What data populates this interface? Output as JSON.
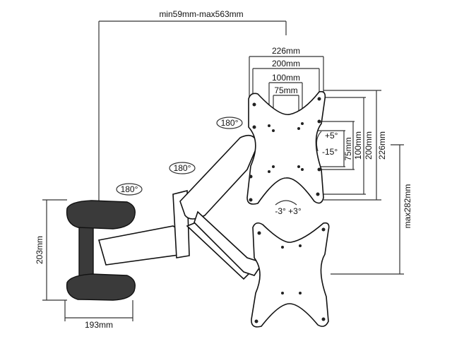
{
  "title": "TV wall mount dimensions diagram",
  "labels": {
    "reach": "min59mm-max563mm",
    "h226": "226mm",
    "h200": "200mm",
    "h100": "100mm",
    "h75": "75mm",
    "v75": "75mm",
    "v100": "100mm",
    "v200": "200mm",
    "v226": "226mm",
    "max_height": "max282mm",
    "tilt_up": "+5°",
    "tilt_down": "-15°",
    "swivel": "-3° +3°",
    "rot1": "180°",
    "rot2": "180°",
    "rot3": "180°",
    "wall_height": "203mm",
    "wall_width": "193mm"
  }
}
